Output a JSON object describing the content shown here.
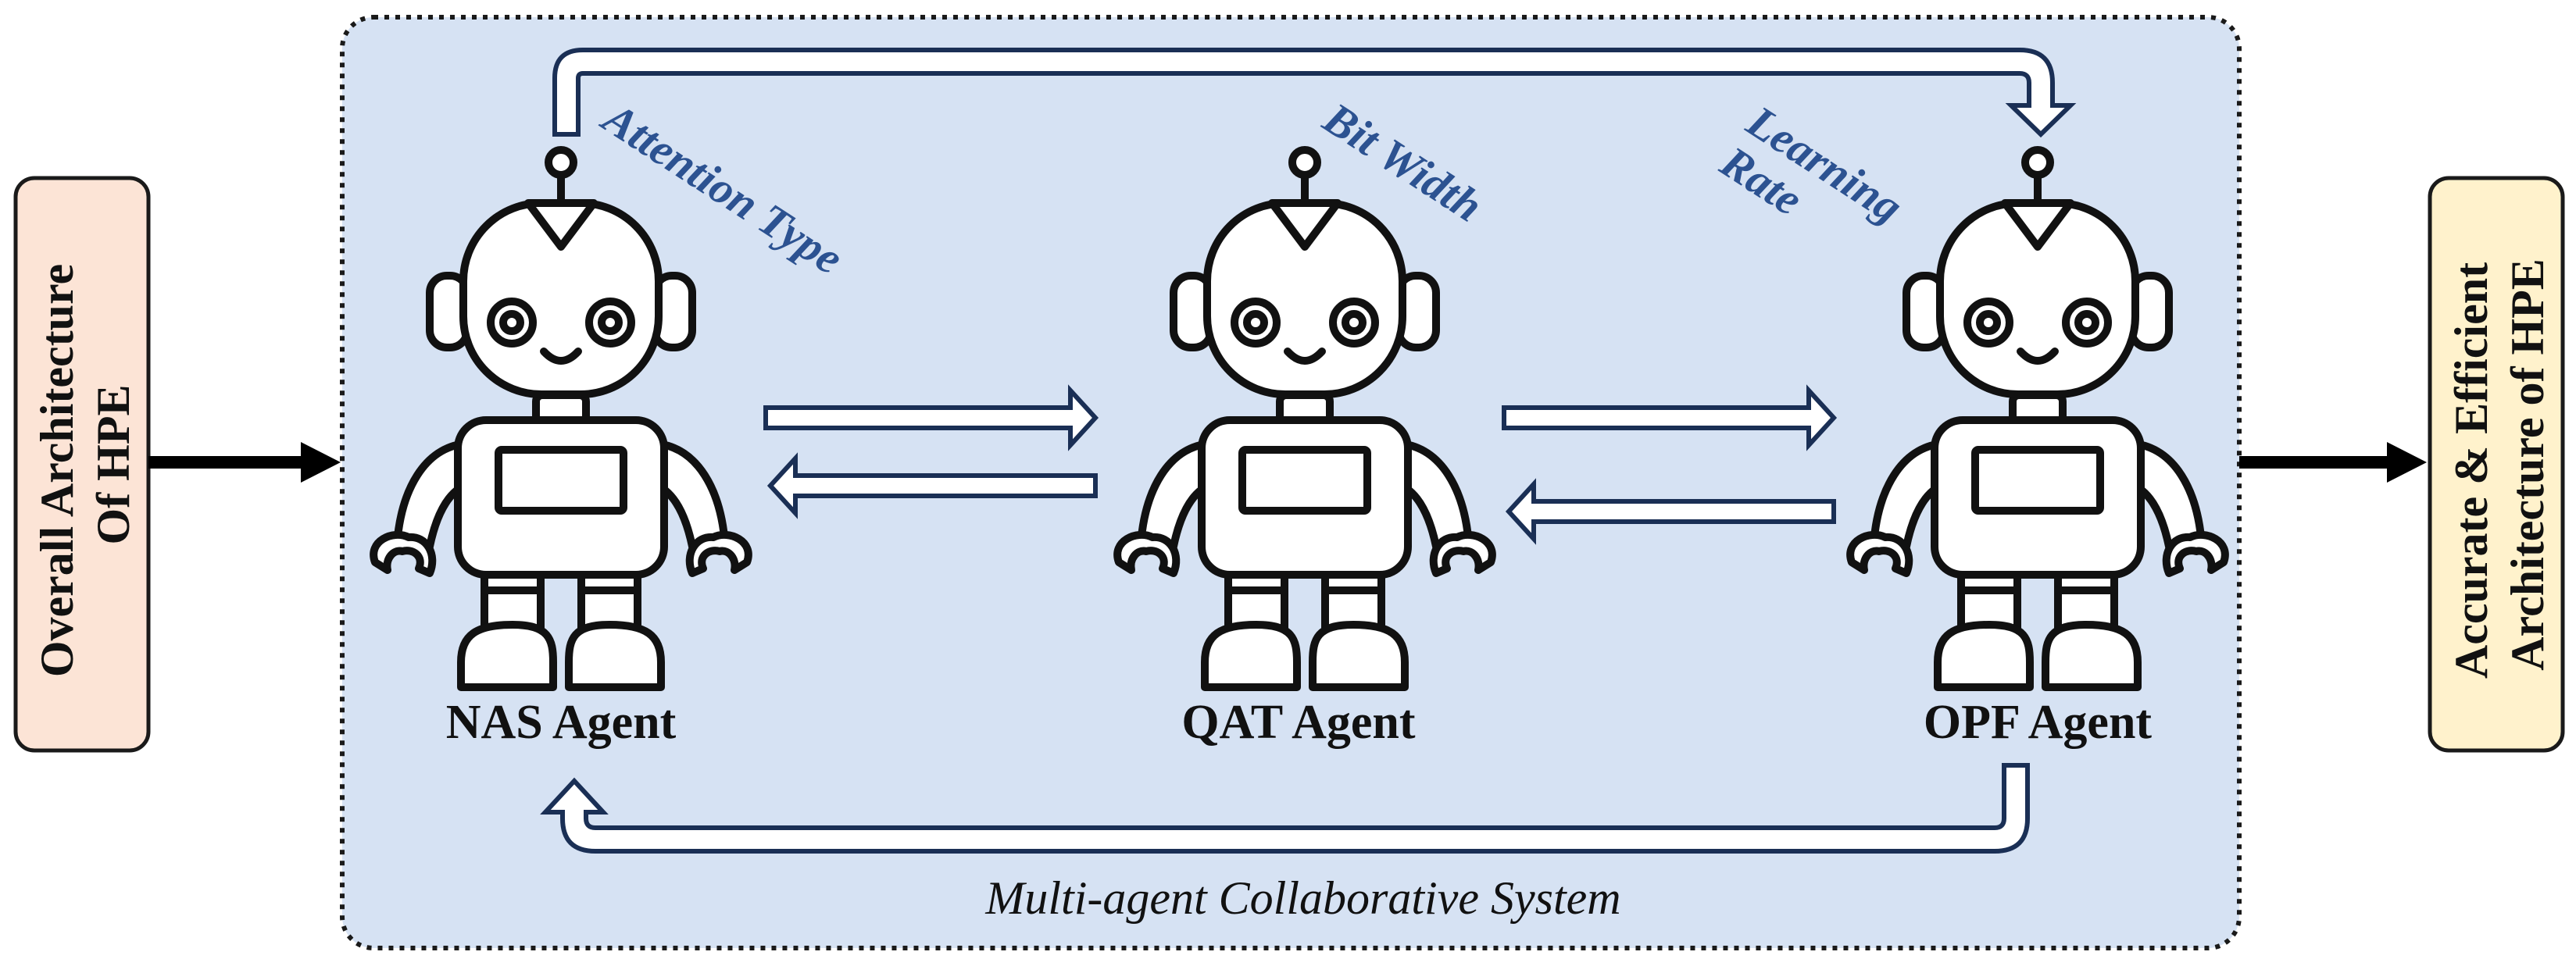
{
  "input_label": {
    "line1": "Overall Architecture",
    "line2": "Of HPE"
  },
  "output_label": {
    "line1": "Accurate & Efficient",
    "line2": "Architecture of HPE"
  },
  "system_title": "Multi-agent Collaborative System",
  "agents": [
    {
      "name": "NAS Agent",
      "parameter": "Attention Type"
    },
    {
      "name": "QAT Agent",
      "parameter": "Bit Width"
    },
    {
      "name": "OPF Agent",
      "parameter_lines": [
        "Learning",
        "Rate"
      ]
    }
  ],
  "colors": {
    "system_bg": "#d6e2f3",
    "input_box": "#fce4d6",
    "output_box": "#fff2cc",
    "parameter_text": "#2c5291",
    "arrow_outline": "#1a2f55"
  }
}
